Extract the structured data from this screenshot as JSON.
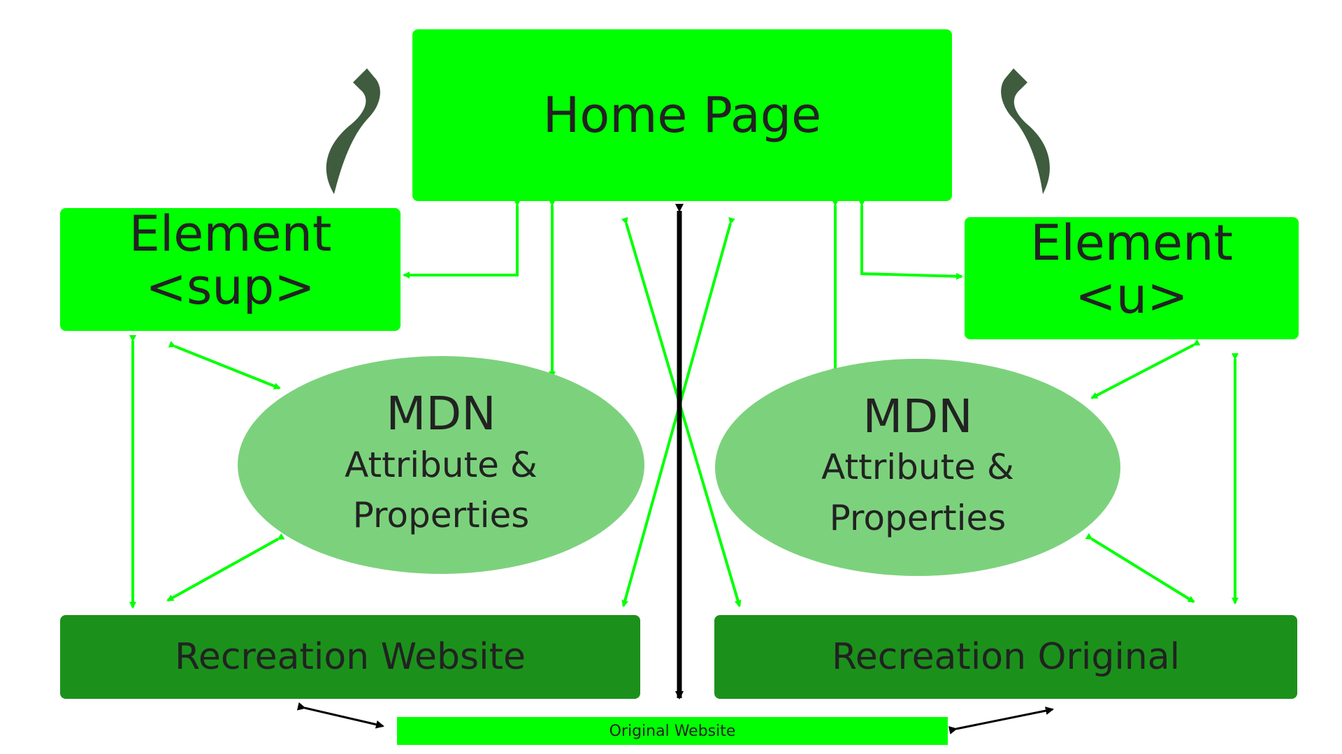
{
  "nodes": {
    "home_page": "Home Page",
    "element_sup": {
      "line1": "Element",
      "line2": "<sup>"
    },
    "element_u": {
      "line1": "Element",
      "line2": "<u>"
    },
    "mdn_left": {
      "title": "MDN",
      "line1": "Attribute &",
      "line2": "Properties"
    },
    "mdn_right": {
      "title": "MDN",
      "line1": "Attribute &",
      "line2": "Properties"
    },
    "recreation_website": "Recreation Website",
    "recreation_original": "Recreation Original",
    "original_website": "Original Website"
  },
  "colors": {
    "bright_green": "#00ff00",
    "dark_green": "#1b911b",
    "mdn_ellipse": "#7cd27c",
    "text": "#222222",
    "arrow_green": "#00ff00",
    "arrow_black": "#000000",
    "curl_icon": "#3f5c3f"
  },
  "icons": [
    "curl-arrow-icon",
    "curl-arrow-icon"
  ]
}
